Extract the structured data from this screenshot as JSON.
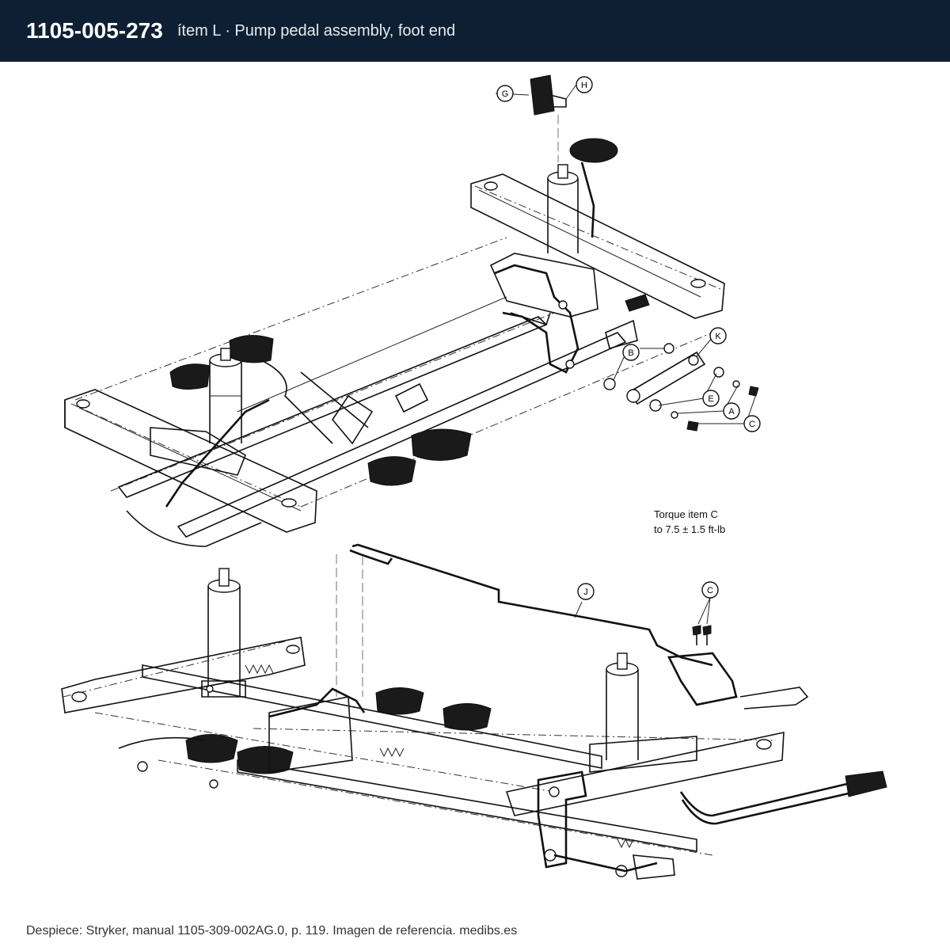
{
  "header": {
    "part_number": "1105-005-273",
    "subtitle": "ítem L · Pump pedal assembly, foot end"
  },
  "callouts": {
    "G": "G",
    "H": "H",
    "K": "K",
    "B": "B",
    "E": "E",
    "A": "A",
    "C1": "C",
    "J": "J",
    "C2": "C"
  },
  "note": {
    "line1": "Torque item C",
    "line2": "to 7.5 ± 1.5 ft-lb"
  },
  "footer": {
    "source": "Despiece: Stryker, manual 1105-309-002AG.0, p. 119. Imagen de referencia. medibs.es"
  },
  "colors": {
    "header_bg": "#0f1f33",
    "line": "#111111"
  }
}
